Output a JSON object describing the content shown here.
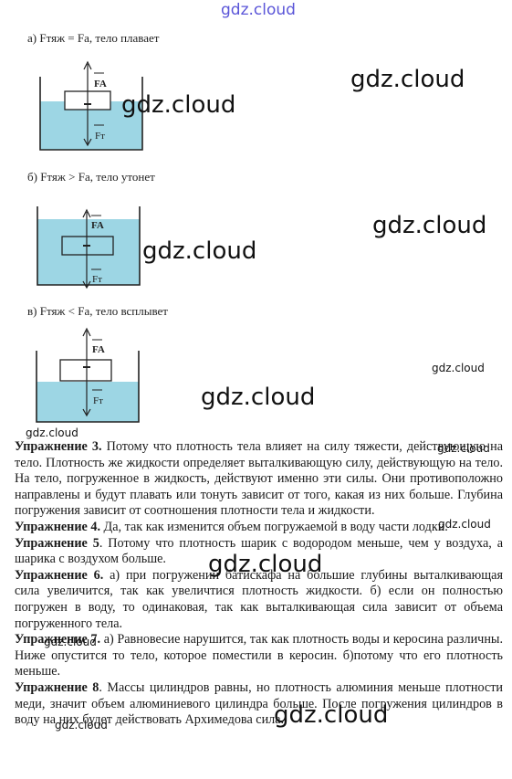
{
  "watermarks": {
    "top": "gdz.cloud",
    "w1": "gdz.cloud",
    "w2": "gdz.cloud",
    "w3": "gdz.cloud",
    "w4": "gdz.cloud",
    "w5": "gdz.cloud",
    "w6": "gdz.cloud",
    "w7": "gdz.cloud",
    "w8": "gdz.cloud",
    "w9": "gdz.cloud",
    "w10": "gdz.cloud",
    "w11": "gdz.cloud",
    "w12": "gdz.cloud",
    "w13": "gdz.cloud"
  },
  "diagrams": [
    {
      "caption": "а) Fтяж = Fa, тело плавает",
      "up_label": "FA",
      "down_label": "Fт"
    },
    {
      "caption": "б) Fтяж > Fa, тело утонет",
      "up_label": "FA",
      "down_label": "Fт"
    },
    {
      "caption": "в) Fтяж < Fa, тело всплывет",
      "up_label": "FA",
      "down_label": "Fт"
    }
  ],
  "exercises": [
    {
      "label": "Упражнение 3.",
      "text": " Потому что плотность тела влияет на силу тяжести, действующую на тело. Плотность же жидкости определяет выталкивающую силу, действующую на тело. На тело, погруженное в жидкость, действуют именно эти силы. Они противоположно направлены и будут плавать или тонуть зависит от того, какая из них больше. Глубина погружения зависит от соотношения плотности тела и жидкости."
    },
    {
      "label": "Упражнение 4.",
      "text": " Да, так как изменится объем погружаемой в воду части лодки."
    },
    {
      "label": "Упражнение 5",
      "text": ". Потому что плотность шарик с водородом меньше, чем у воздуха, а шарика с воздухом больше."
    },
    {
      "label": "Упражнение 6.",
      "text": " а) при погружении батискафа на большие глубины выталкивающая сила увеличится, так как увеличтися плотность жидкости. б) если он полностью погружен в воду, то одинаковая, так как выталкивающая сила зависит от объема погруженного тела."
    },
    {
      "label": "Упражнение 7.",
      "text": " а) Равновесие нарушится, так как плотность воды и керосина различны. Ниже опустится то тело, которое поместили в керосин. б)потому что его плотность меньше."
    },
    {
      "label": "Упражнение 8",
      "text": ". Массы цилиндров равны, но плотность алюминия меньше плотности меди, значит объем алюминиевого цилиндра больше. После погружения цилиндров в воду на них будет действовать Архимедова сила."
    }
  ],
  "colors": {
    "water": "#9dd6e4",
    "watermark_top": "#5a55d8",
    "text": "#1a1a1a"
  }
}
